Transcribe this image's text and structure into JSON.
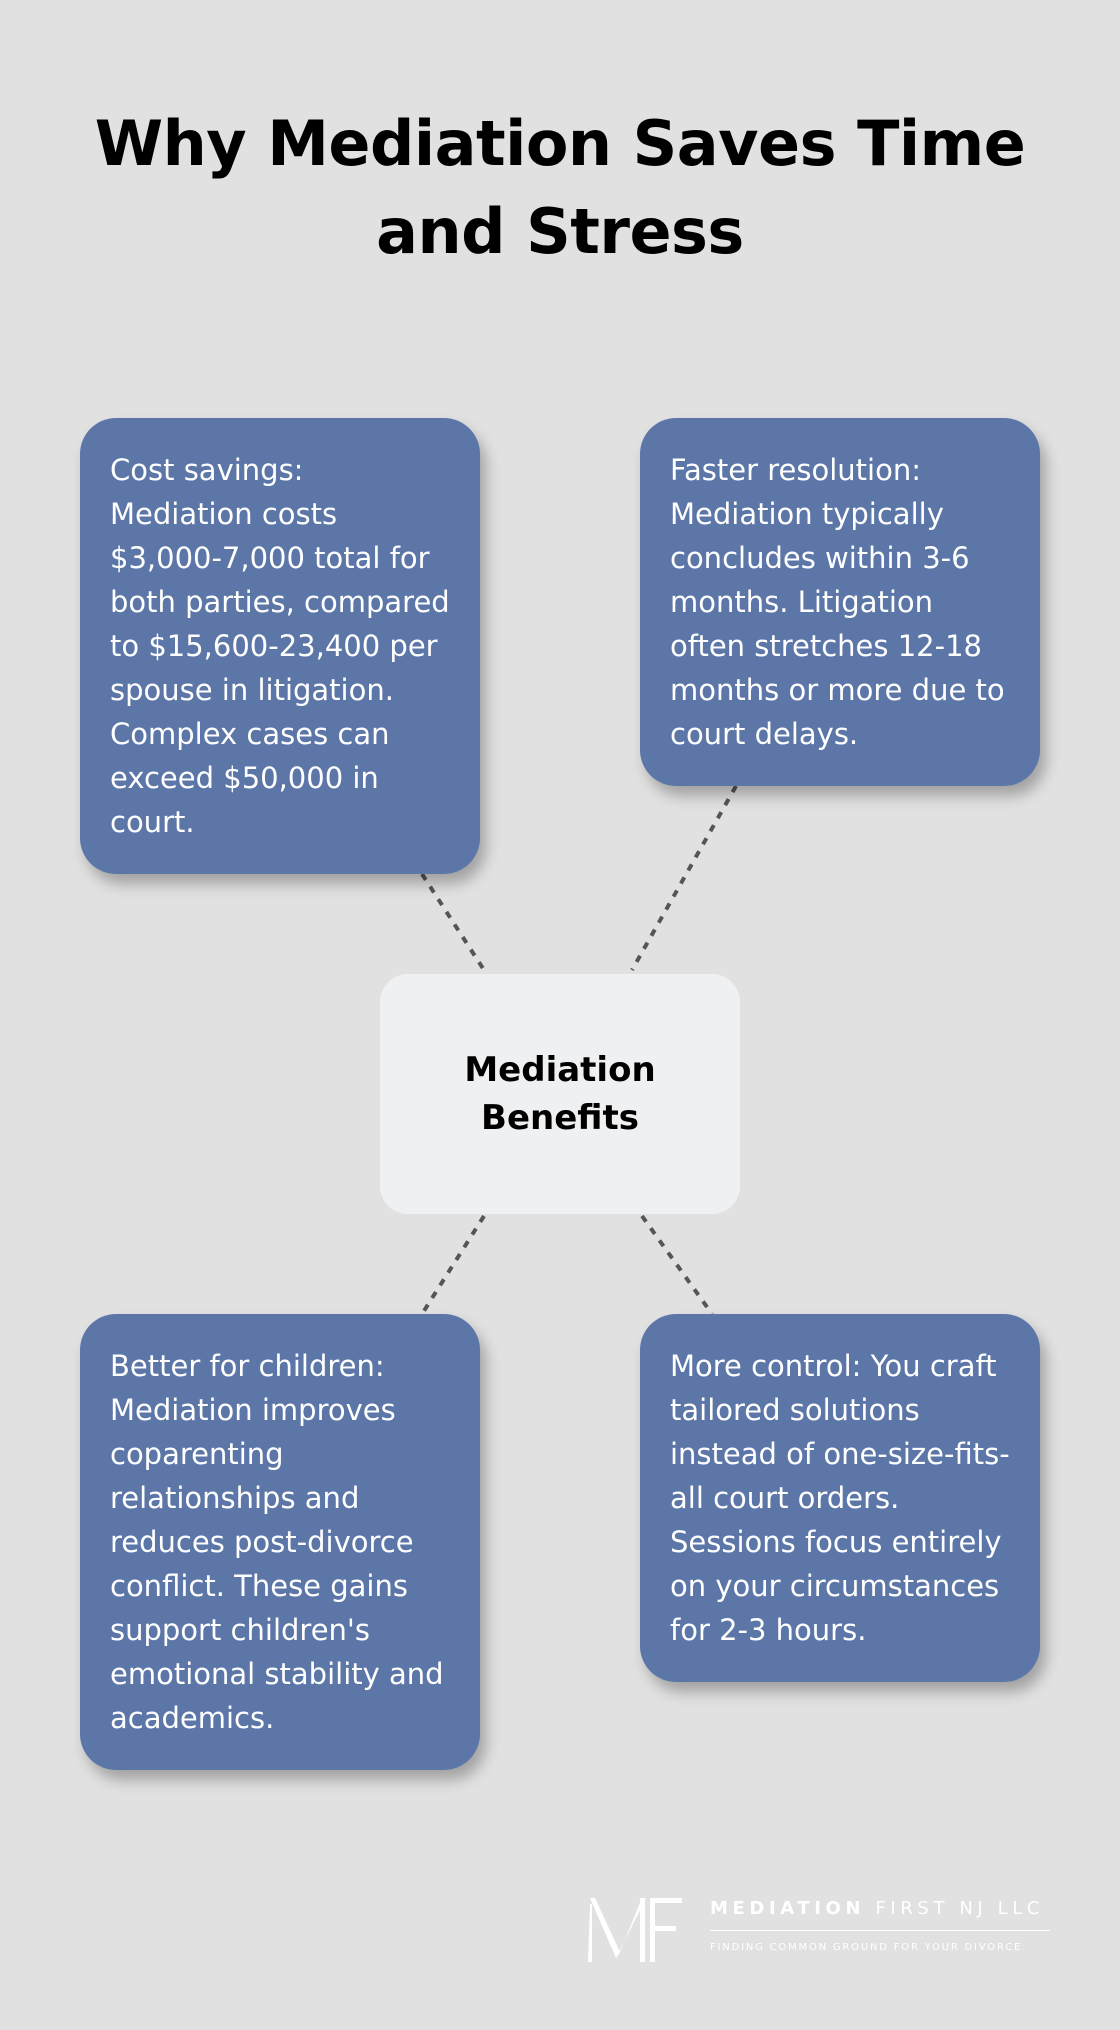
{
  "title": "Why Mediation Saves Time and Stress",
  "center": {
    "label": "Mediation Benefits"
  },
  "cards": [
    {
      "text": "Cost savings: Mediation costs $3,000-7,000 total for both parties, compared to $15,600-23,400 per spouse in litigation. Complex cases can exceed $50,000 in court."
    },
    {
      "text": "Faster resolution: Mediation typically concludes within 3-6 months. Litigation often stretches 12-18 months or more due to court delays."
    },
    {
      "text": "Better for children: Mediation improves coparenting relationships and reduces post-divorce conflict. These gains support children's emotional stability and academics."
    },
    {
      "text": "More control: You craft tailored solutions instead of one-size-fits-all court orders. Sessions focus entirely on your circumstances for 2-3 hours."
    }
  ],
  "logo": {
    "monogram": "MF",
    "name_bold": "MEDIATION",
    "name_light": "FIRST NJ LLC",
    "tagline": "FINDING COMMON GROUND FOR YOUR DIVORCE"
  },
  "colors": {
    "background": "#e0e1e0",
    "card": "#5c76a8",
    "center_box": "#eff0f1",
    "connector": "#555555"
  }
}
